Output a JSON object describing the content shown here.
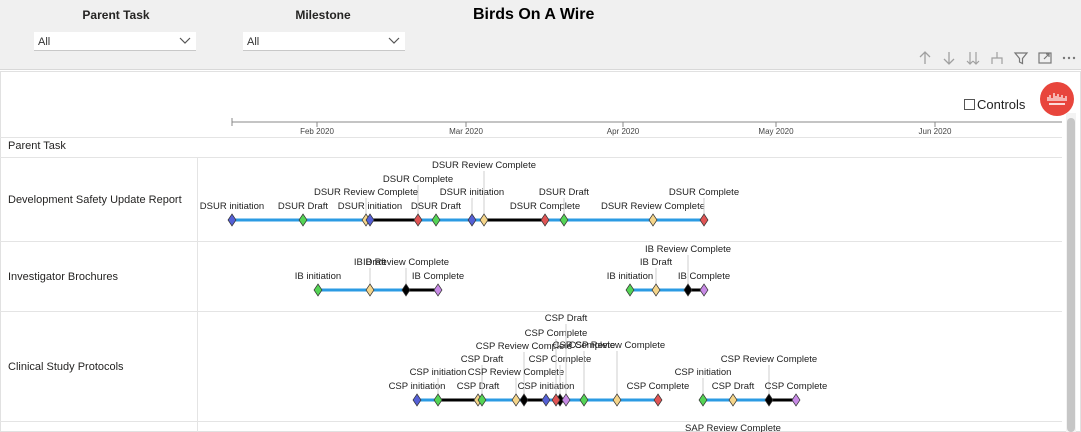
{
  "report_title": "Birds On A Wire",
  "slicers": [
    {
      "title": "Parent Task",
      "value": "All"
    },
    {
      "title": "Milestone",
      "value": "All"
    }
  ],
  "controls_label": "Controls",
  "column_header": "Parent Task",
  "toolbar_icons": [
    "arrow-up-icon",
    "arrow-down-icon",
    "expand-all-down-icon",
    "drill-hierarchy-icon",
    "filter-icon",
    "focus-mode-icon",
    "more-options-icon"
  ],
  "colors": {
    "line_blue": "#2b9be3",
    "line_black": "#000000",
    "logo_red": "#e8453c"
  },
  "chart_data": {
    "type": "timeline",
    "axis_ticks": [
      "Feb 2020",
      "Mar 2020",
      "Apr 2020",
      "May 2020",
      "Jun 2020"
    ],
    "rows": [
      {
        "task": "Development Safety Update Report",
        "milestones": [
          {
            "label": "DSUR initiation",
            "color": "#5560d6"
          },
          {
            "label": "DSUR Draft",
            "color": "#55d455"
          },
          {
            "label": "DSUR Review Complete",
            "color": "#f5d58a"
          },
          {
            "label": "DSUR initiation",
            "color": "#5560d6"
          },
          {
            "label": "DSUR Complete",
            "color": "#e05454"
          },
          {
            "label": "DSUR Draft",
            "color": "#55d455"
          },
          {
            "label": "DSUR initiation",
            "color": "#5560d6"
          },
          {
            "label": "DSUR Review Complete",
            "color": "#f5d58a"
          },
          {
            "label": "DSUR Complete",
            "color": "#e05454"
          },
          {
            "label": "DSUR Draft",
            "color": "#55d455"
          },
          {
            "label": "DSUR Review Complete",
            "color": "#f5d58a"
          },
          {
            "label": "DSUR Complete",
            "color": "#e05454"
          }
        ]
      },
      {
        "task": "Investigator Brochures",
        "milestones": [
          {
            "label": "IB initiation",
            "color": "#55d455"
          },
          {
            "label": "IB Draft",
            "color": "#f5d58a"
          },
          {
            "label": "IB Review Complete",
            "color": "#000000"
          },
          {
            "label": "IB Complete",
            "color": "#c88ae6"
          },
          {
            "label": "IB initiation",
            "color": "#55d455"
          },
          {
            "label": "IB Draft",
            "color": "#f5d58a"
          },
          {
            "label": "IB Review Complete",
            "color": "#000000"
          },
          {
            "label": "IB Complete",
            "color": "#c88ae6"
          }
        ]
      },
      {
        "task": "Clinical Study Protocols",
        "milestones": [
          {
            "label": "CSP initiation",
            "color": "#5560d6"
          },
          {
            "label": "CSP initiation",
            "color": "#55d455"
          },
          {
            "label": "CSP Draft",
            "color": "#f5d58a"
          },
          {
            "label": "CSP Draft",
            "color": "#55d455"
          },
          {
            "label": "CSP Review Complete",
            "color": "#000000"
          },
          {
            "label": "CSP Review Complete",
            "color": "#f5d58a"
          },
          {
            "label": "CSP Complete",
            "color": "#000000"
          },
          {
            "label": "CSP initiation",
            "color": "#5560d6"
          },
          {
            "label": "CSP Complete",
            "color": "#e05454"
          },
          {
            "label": "CSP Draft",
            "color": "#c88ae6"
          },
          {
            "label": "CSP Complete",
            "color": "#55d455"
          },
          {
            "label": "CSP Review Complete",
            "color": "#f5d58a"
          },
          {
            "label": "CSP Complete",
            "color": "#e05454"
          },
          {
            "label": "CSP initiation",
            "color": "#55d455"
          },
          {
            "label": "CSP Draft",
            "color": "#f5d58a"
          },
          {
            "label": "CSP Review Complete",
            "color": "#000000"
          },
          {
            "label": "CSP Complete",
            "color": "#c88ae6"
          }
        ]
      },
      {
        "task": "",
        "milestones": [
          {
            "label": "SAP Review Complete",
            "color": "#f5d58a"
          }
        ]
      }
    ]
  }
}
